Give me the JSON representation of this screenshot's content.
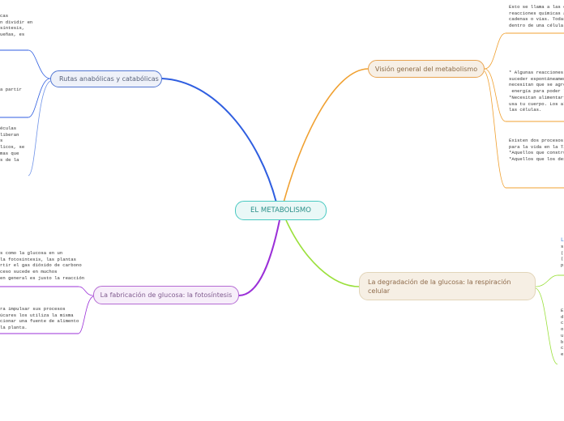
{
  "central": {
    "label": "EL METABOLISMO"
  },
  "branches": {
    "rutas": {
      "label": "Rutas anabólicas y catabólicas"
    },
    "vision": {
      "label": "Visión general del metabolismo"
    },
    "fabricacion": {
      "label": "La fabricación de glucosa: la fotosíntesis"
    },
    "degradacion": {
      "label": "La degradación de la glucosa: la respiración celular"
    }
  },
  "notes": {
    "rutas_1": "cas\nn dividir en\nsíntesis,\nueñas, es",
    "rutas_2": "a partir",
    "rutas_3": "éculas\nliberan\ns\nlicos, se\nmas que\ns de la",
    "vision_1": "Esto se llama a las célul\nreacciones químicas a m\ncadenas o vías. Todas e\ndentro de una célula",
    "vision_2": "* Algunas reacciones qu\nsuceder espontáneamen\nnecesitan que se agreg\n energía para poder lle\n*Necesitan alimentarte\nusa tu cuerpo. Los alime\nlas células.",
    "vision_3": "Existen dos procesos m\npara la vida en la Tierra\n*Aquellos que construye\n*Aquellos que los desco",
    "fab_1": "s como la glucosa en un\nla fotosíntesis, las plantas\nrtir el gas dióxido de carbono\nceso sucede en muchos\nen general es justo la reacción",
    "fab_2": "ra impulsar sus procesos\núcares los utiliza la misma\ncionar una fuente de alimento\nla planta.",
    "deg_1_head": "L",
    "deg_1": "s\n(\n(\np",
    "deg_2": "E\nd\nc\no\nu\nb\nc\ne"
  },
  "colors": {
    "central": "#49c9c1",
    "rutas": "#2f5ee0",
    "vision": "#f0a030",
    "fabricacion": "#9b30d8",
    "degradacion": "#9be03c"
  }
}
